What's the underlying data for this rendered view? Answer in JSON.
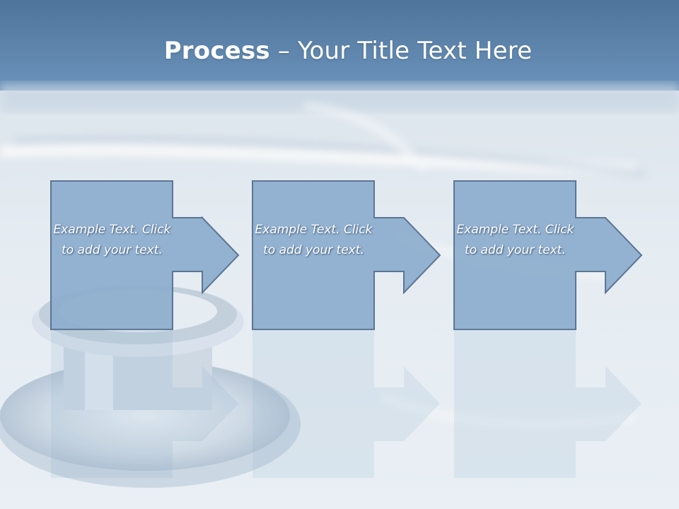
{
  "slide": {
    "title_bold": "Process",
    "title_rest": " – Your Title Text Here",
    "steps": [
      {
        "text": "Example Text. Click  to add your text."
      },
      {
        "text": "Example Text. Click  to add your text."
      },
      {
        "text": "Example Text. Click  to add your text."
      }
    ]
  },
  "colors": {
    "title_band": "#5f86ad",
    "shape_fill": "#8fafcf",
    "shape_stroke": "#566f8e",
    "background": "#dfe7ee"
  }
}
